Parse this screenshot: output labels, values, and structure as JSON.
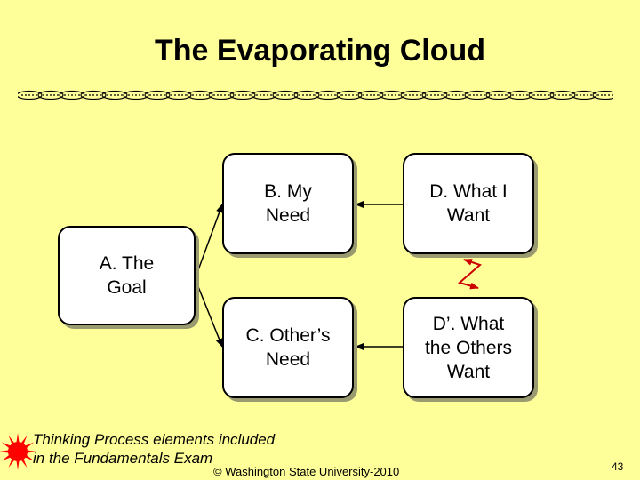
{
  "slide": {
    "title": "The Evaporating Cloud",
    "boxes": {
      "a": "A. The\nGoal",
      "b": "B. My\nNeed",
      "c": "C. Other’s\nNeed",
      "d": "D. What I\nWant",
      "d_prime": "D’. What\nthe Others\nWant"
    },
    "footer_note": "Thinking Process elements included\nin the Fundamentals Exam",
    "copyright": "© Washington State University-2010",
    "page_number": "43"
  },
  "colors": {
    "background": "#ffff99",
    "conflict_arrow": "#cc0000",
    "sun_icon": "#ff0000"
  }
}
